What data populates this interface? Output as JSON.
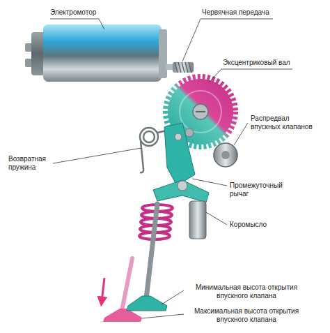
{
  "diagram": {
    "labels": [
      "Электромотор",
      "Червячная передача",
      "Эксцентриковый вал",
      "Распредвал впускных клапанов",
      "Возвратная пружина",
      "Промежуточный рычаг",
      "Коромысло",
      "Минимальная высота открытия впускного клапана",
      "Максимальная высота открытия впускного клапана"
    ]
  }
}
